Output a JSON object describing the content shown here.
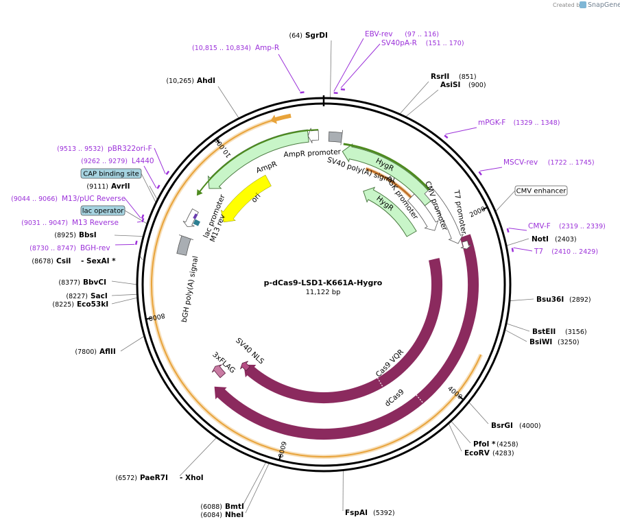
{
  "branding": {
    "created_by": "Created by",
    "brand": "SnapGene"
  },
  "plasmid": {
    "name": "p-dCas9-LSD1-K661A-Hygro",
    "length": "11,122 bp"
  },
  "ticks": [
    "2000",
    "4000",
    "6000",
    "8000",
    "10,000"
  ],
  "enzymes": [
    {
      "name": "SgrDI",
      "pos": "(64)"
    },
    {
      "name": "RsrII",
      "pos": "(851)"
    },
    {
      "name": "AsiSI",
      "pos": "(900)"
    },
    {
      "name": "NotI",
      "pos": "(2403)"
    },
    {
      "name": "Bsu36I",
      "pos": "(2892)"
    },
    {
      "name": "BstEII",
      "pos": "(3156)"
    },
    {
      "name": "BsiWI",
      "pos": "(3250)"
    },
    {
      "name": "BsrGI",
      "pos": "(4000)"
    },
    {
      "name": "PfoI *",
      "pos": "(4258)"
    },
    {
      "name": "EcoRV",
      "pos": "(4283)"
    },
    {
      "name": "FspAI",
      "pos": "(5392)"
    },
    {
      "name": "BmtI",
      "pos": "(6088)"
    },
    {
      "name": "NheI",
      "pos": "(6084)"
    },
    {
      "name": "PaeR7I",
      "pos": "(6572)"
    },
    {
      "name": "- XhoI",
      "pos": ""
    },
    {
      "name": "AflII",
      "pos": "(7800)"
    },
    {
      "name": "Eco53kI",
      "pos": "(8225)"
    },
    {
      "name": "SacI",
      "pos": "(8227)"
    },
    {
      "name": "BbvCI",
      "pos": "(8377)"
    },
    {
      "name": "CsiI",
      "pos": "(8678)"
    },
    {
      "name": "- SexAI *",
      "pos": ""
    },
    {
      "name": "BbsI",
      "pos": "(8925)"
    },
    {
      "name": "AvrII",
      "pos": "(9111)"
    },
    {
      "name": "AhdI",
      "pos": "(10,265)"
    }
  ],
  "primers": [
    {
      "name": "EBV-rev",
      "pos": "(97 .. 116)"
    },
    {
      "name": "SV40pA-R",
      "pos": "(151 .. 170)"
    },
    {
      "name": "Amp-R",
      "pos": "(10,815 .. 10,834)"
    },
    {
      "name": "mPGK-F",
      "pos": "(1329 .. 1348)"
    },
    {
      "name": "MSCV-rev",
      "pos": "(1722 .. 1745)"
    },
    {
      "name": "CMV-F",
      "pos": "(2319 .. 2339)"
    },
    {
      "name": "T7",
      "pos": "(2410 .. 2429)"
    },
    {
      "name": "pBR322ori-F",
      "pos": "(9513 .. 9532)"
    },
    {
      "name": "L4440",
      "pos": "(9262 .. 9279)"
    },
    {
      "name": "M13/pUC Reverse",
      "pos": "(9044 .. 9066)"
    },
    {
      "name": "M13 Reverse",
      "pos": "(9031 .. 9047)"
    },
    {
      "name": "BGH-rev",
      "pos": "(8730 .. 8747)"
    }
  ],
  "boxed_features": [
    "CMV enhancer",
    "CAP binding site",
    "lac operator"
  ],
  "features": {
    "hygr_outer": "HygR",
    "hygr_inner": "HygR",
    "sv40_polya": "SV40 poly(A) signal",
    "pgk_promoter": "PGK promoter",
    "cmv_promoter": "CMV promoter",
    "t7_promoter": "T7 promoter",
    "ampr": "AmpR",
    "ampr_promoter": "AmpR promoter",
    "ori": "ori",
    "lac_promoter": "lac promoter",
    "m13_rev": "M13 rev",
    "bgh_polya": "bGH poly(A) signal",
    "cas9_vqr": "Cas9 VQR",
    "dcas9": "dCas9",
    "sv40_nls": "SV40 NLS",
    "flag": "3xFLAG"
  },
  "colors": {
    "backbone": "#000000",
    "cas9": "#8b2a5e",
    "resistance": "#c8f5c8",
    "resistance_edge": "#4a7a40",
    "hygr_highlight": "#4d8a1e",
    "ori": "#ffff00",
    "selection_arc": "#e8a33a",
    "selection_fill": "#fde9c2",
    "primer": "#9b30d9",
    "info_box": "#a6d3e0",
    "promoter_fill": "#ffffff",
    "misc_gray": "#a9aeb3"
  }
}
